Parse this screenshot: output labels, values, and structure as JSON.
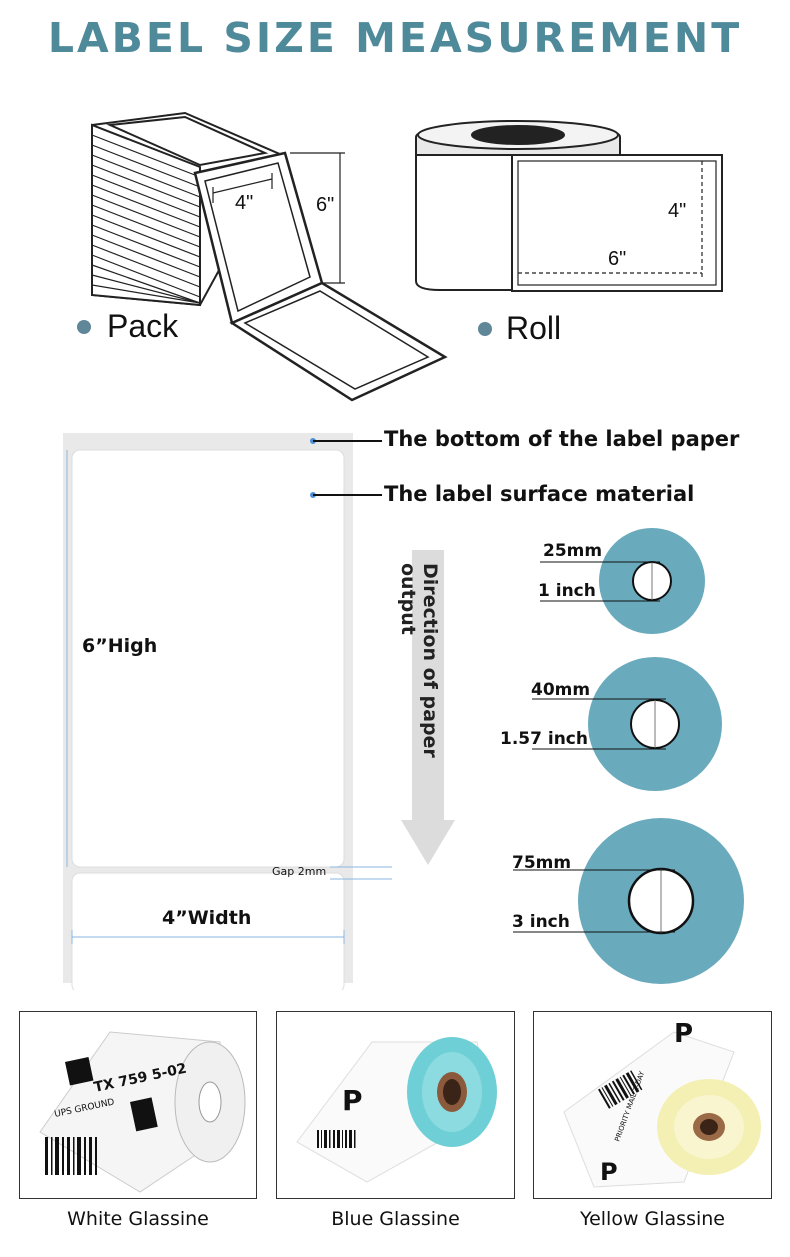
{
  "title": "LABEL SIZE MEASUREMENT",
  "pack": {
    "label": "Pack",
    "width": "4\"",
    "height": "6\""
  },
  "roll": {
    "label": "Roll",
    "height": "4\"",
    "width": "6\""
  },
  "label_diagram": {
    "bottom_callout": "The bottom of the label paper",
    "surface_callout": "The label surface material",
    "height_text": "6”High",
    "width_text": "4”Width",
    "gap_text": "Gap 2mm",
    "direction_text": "Direction of paper output"
  },
  "cores": [
    {
      "mm": "25mm",
      "inch": "1 inch"
    },
    {
      "mm": "40mm",
      "inch": "1.57 inch"
    },
    {
      "mm": "75mm",
      "inch": "3 inch"
    }
  ],
  "products": [
    {
      "caption": "White Glassine"
    },
    {
      "caption": "Blue Glassine"
    },
    {
      "caption": "Yellow Glassine"
    }
  ],
  "colors": {
    "title": "#4f8a9b",
    "core_blue": "#6aaabd",
    "bullet": "#5f8797"
  },
  "photo_text": {
    "tracking": "TX 759 5-02",
    "service": "UPS GROUND",
    "postage": "P",
    "priority": "PRIORITY MAIL 2-DAY"
  }
}
